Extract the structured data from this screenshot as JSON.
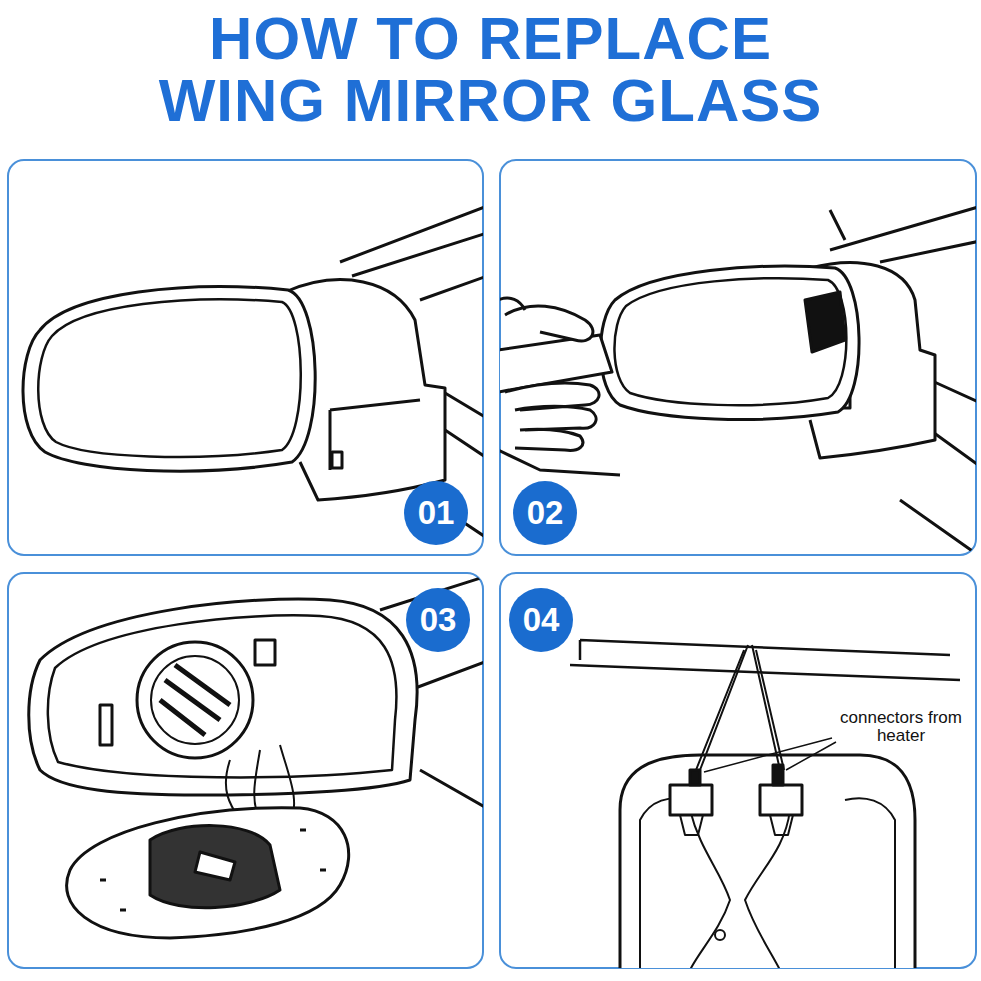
{
  "diagram": {
    "title": "HOW TO REPLACE WING MIRROR GLASS",
    "nodes": [
      {
        "text": [
          "01"
        ]
      },
      {
        "text": [
          "02"
        ]
      },
      {
        "text": [
          "03"
        ]
      },
      {
        "text": [
          "04"
        ]
      }
    ],
    "labels": [
      "connectors from heater"
    ]
  }
}
